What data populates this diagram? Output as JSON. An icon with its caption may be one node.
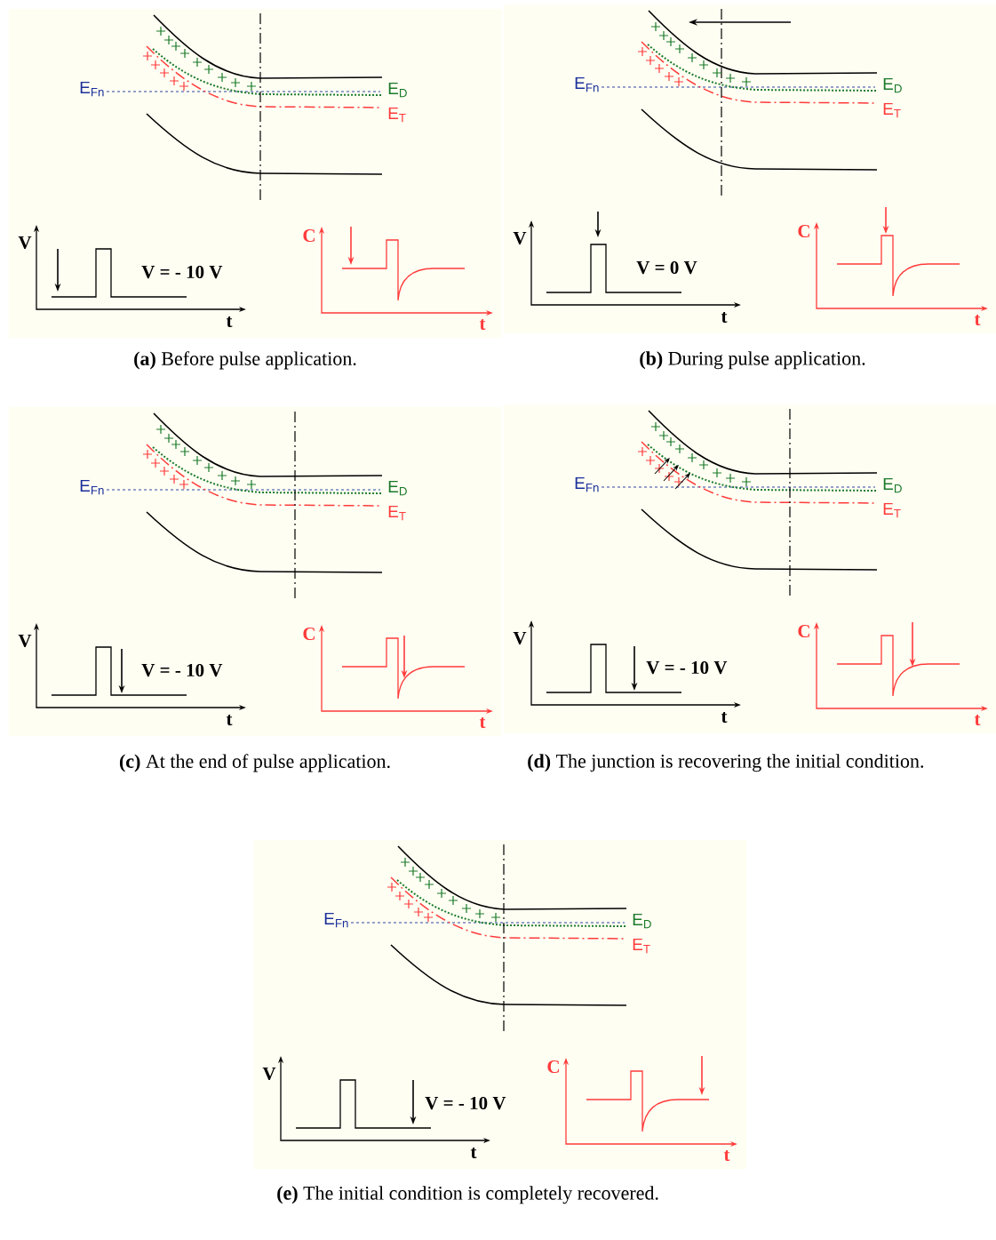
{
  "diagram": {
    "labels": [
      "E$_{Fn}$",
      "E$_{D}$",
      "E$_{T}$",
      "V",
      "V = - 10 V",
      "t",
      "C",
      "t",
      "**(a)** Before pulse application.",
      "E$_{Fn}$",
      "E$_{D}$",
      "E$_{T}$",
      "V",
      "V = 0 V",
      "t",
      "C",
      "t",
      "**(b)** During pulse application.",
      "E$_{Fn}$",
      "E$_{D}$",
      "E$_{T}$",
      "V",
      "V = - 10 V",
      "t",
      "C",
      "t",
      "**(c)** At the end of pulse application.",
      "E$_{Fn}$",
      "E$_{D}$",
      "E$_{T}$",
      "V",
      "V = - 10 V",
      "t",
      "C",
      "t",
      "**(d)** The junction is recovering the initial condition.",
      "E$_{Fn}$",
      "E$_{D}$",
      "E$_{T}$",
      "V",
      "V = - 10 V",
      "t",
      "C",
      "t",
      "**(e)** The initial condition is completely recovered."
    ]
  }
}
